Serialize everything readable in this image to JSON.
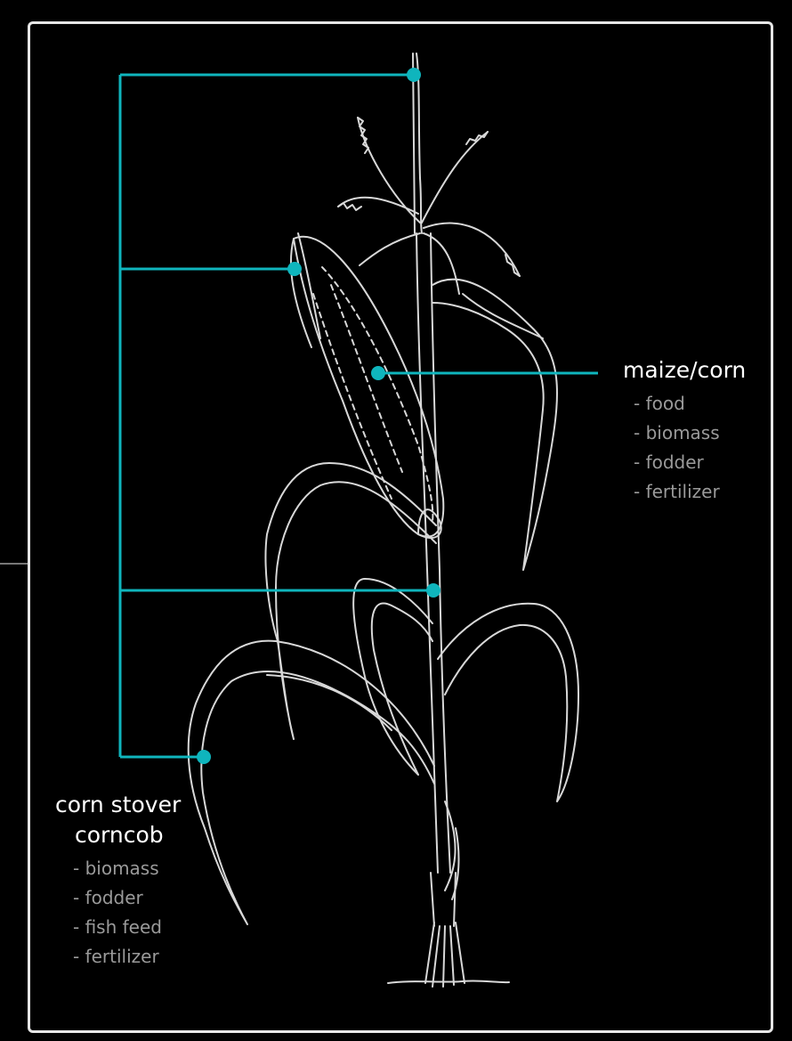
{
  "colors": {
    "accent": "#0fb5bd",
    "plant_line": "#d8d8d8",
    "text_primary": "#ffffff",
    "text_secondary": "#9a9a9a",
    "background": "#000000"
  },
  "maize": {
    "title": "maize/corn",
    "uses": [
      "- food",
      "- biomass",
      "- fodder",
      "- fertilizer"
    ]
  },
  "stover": {
    "title_line1": "corn stover",
    "title_line2": "corncob",
    "uses": [
      "- biomass",
      "- fodder",
      "- fish feed",
      "- fertilizer"
    ]
  }
}
